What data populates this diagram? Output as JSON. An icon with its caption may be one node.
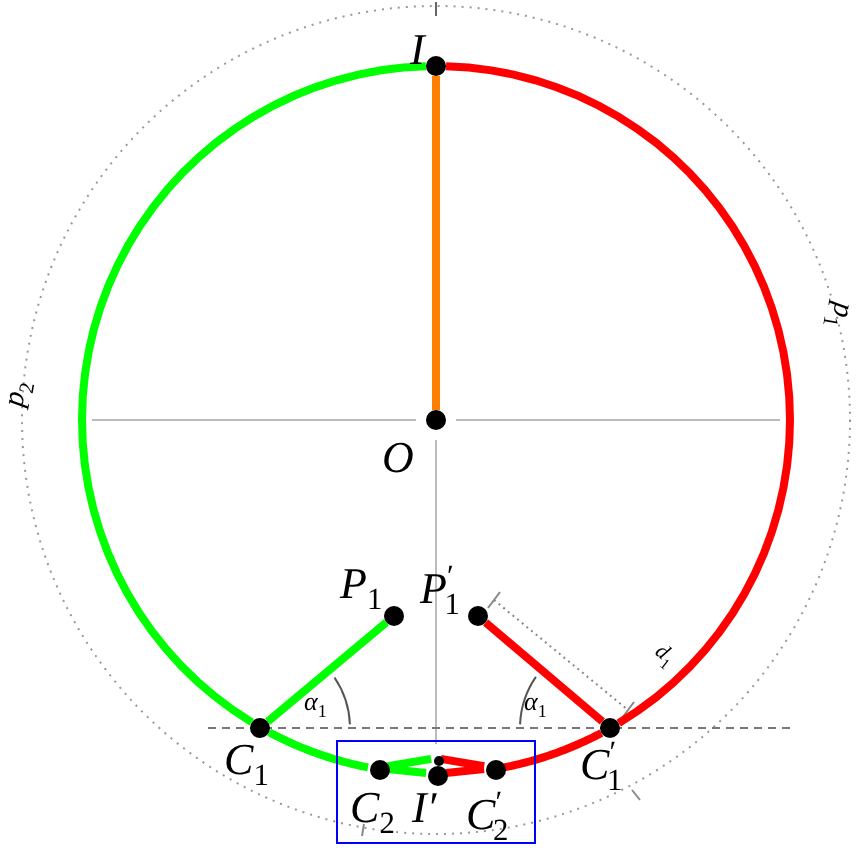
{
  "diagram": {
    "nodes": [
      {
        "text": [],
        "shape": "circle",
        "beside": [
          "I"
        ]
      },
      {
        "text": [],
        "shape": "circle",
        "beside": [
          "O"
        ]
      },
      {
        "text": [],
        "shape": "circle",
        "beside": [
          "P$_{1}$"
        ]
      },
      {
        "text": [],
        "shape": "circle",
        "beside": [
          "P$^{′}$$_{1}$"
        ]
      },
      {
        "text": [],
        "shape": "circle",
        "beside": [
          "C$_{1}$"
        ]
      },
      {
        "text": [],
        "shape": "circle",
        "beside": [
          "C$^{′}$$_{1}$"
        ]
      },
      {
        "text": [],
        "shape": "box"
      },
      {
        "text": [],
        "shape": "circle",
        "beside": [
          "C$_{2}$"
        ],
        "in": 6
      },
      {
        "text": [],
        "shape": "circle",
        "in": 6
      },
      {
        "text": [],
        "shape": "circle",
        "beside": [
          "I′"
        ],
        "in": 6
      },
      {
        "text": [],
        "shape": "circle",
        "beside": [
          "C$^{′}$$_{2}$"
        ],
        "in": 6
      }
    ],
    "edges": [
      {
        "from": 0,
        "to": 1,
        "arrow": "none",
        "color": "#ff8000"
      },
      {
        "from": 0,
        "to": 4,
        "arrow": "none",
        "color": "#00ff00"
      },
      {
        "from": 0,
        "to": 5,
        "arrow": "none",
        "color": "#ff0000"
      },
      {
        "from": 2,
        "to": 4,
        "arrow": "none",
        "color": "#00ff00"
      },
      {
        "from": 3,
        "to": 5,
        "arrow": "none",
        "color": "#ff0000"
      },
      {
        "from": 4,
        "to": 7,
        "arrow": "none",
        "color": "#00ff00"
      },
      {
        "from": 5,
        "to": 10,
        "arrow": "none",
        "color": "#ff0000"
      },
      {
        "from": 7,
        "to": 9,
        "arrow": "none",
        "color": "#00ff00"
      },
      {
        "from": 7,
        "to": 8,
        "arrow": "none",
        "color": "#00ff00"
      },
      {
        "from": 8,
        "to": 10,
        "arrow": "none",
        "color": "#ff0000"
      },
      {
        "from": 9,
        "to": 10,
        "arrow": "none",
        "color": "#ff0000"
      }
    ],
    "labels": [
      "p$_{1}$",
      "p$_{2}$",
      "d$_{1}$",
      "α$_{1}$",
      "α$_{1}$"
    ]
  }
}
